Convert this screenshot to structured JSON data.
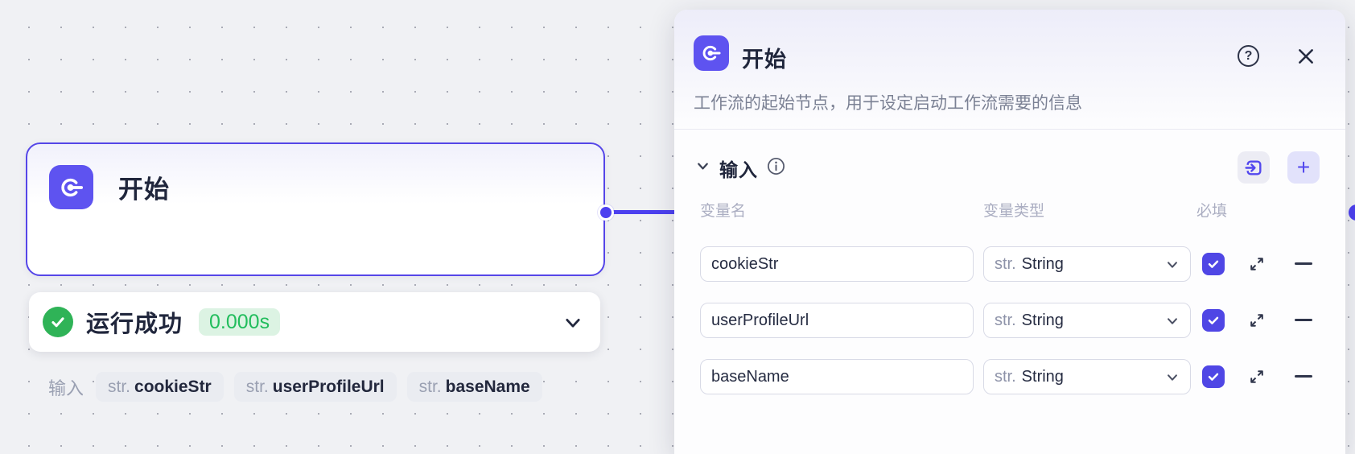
{
  "canvas": {
    "node": {
      "title": "开始",
      "input_label": "输入",
      "tags": [
        {
          "type": "str.",
          "name": "cookieStr"
        },
        {
          "type": "str.",
          "name": "userProfileUrl"
        },
        {
          "type": "str.",
          "name": "baseName"
        }
      ]
    },
    "run_status": {
      "label": "运行成功",
      "duration": "0.000s"
    }
  },
  "panel": {
    "title": "开始",
    "description": "工作流的起始节点，用于设定启动工作流需要的信息",
    "section_title": "输入",
    "add_button_label": "+",
    "columns": {
      "name": "变量名",
      "type": "变量类型",
      "required": "必填"
    },
    "rows": [
      {
        "name": "cookieStr",
        "type_prefix": "str.",
        "type": "String",
        "required": true
      },
      {
        "name": "userProfileUrl",
        "type_prefix": "str.",
        "type": "String",
        "required": true
      },
      {
        "name": "baseName",
        "type_prefix": "str.",
        "type": "String",
        "required": true
      }
    ],
    "help_label": "?"
  },
  "colors": {
    "accent": "#5348ee",
    "node_border": "#5546e8",
    "edge": "#4c40ef",
    "success_green": "#2fb357",
    "badge_green_bg": "#dcf3e3",
    "badge_green_text": "#21bd5c",
    "canvas_bg": "#f0f1f4"
  }
}
